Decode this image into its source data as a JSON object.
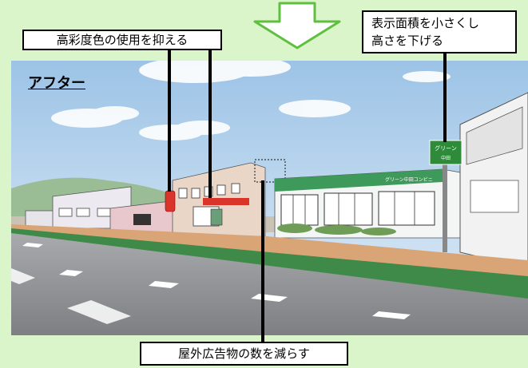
{
  "labels": {
    "top_left": "高彩度色の使用を抑える",
    "top_right_line1": "表示面積を小さくし",
    "top_right_line2": "高さを下げる",
    "bottom": "屋外広告物の数を減らす",
    "after": "アフター"
  },
  "signs": {
    "pole_sign_line1": "グリーン",
    "pole_sign_line2": "中田",
    "store_fascia": "グリーン中田コンビニ"
  },
  "colors": {
    "background": "#d9f5c9",
    "arrow_fill": "#ffffff",
    "arrow_stroke": "#5fbf3f",
    "sign_green": "#2e8b3a",
    "sign_red": "#d9352b"
  },
  "icons": {
    "arrow": "down-arrow-icon"
  }
}
